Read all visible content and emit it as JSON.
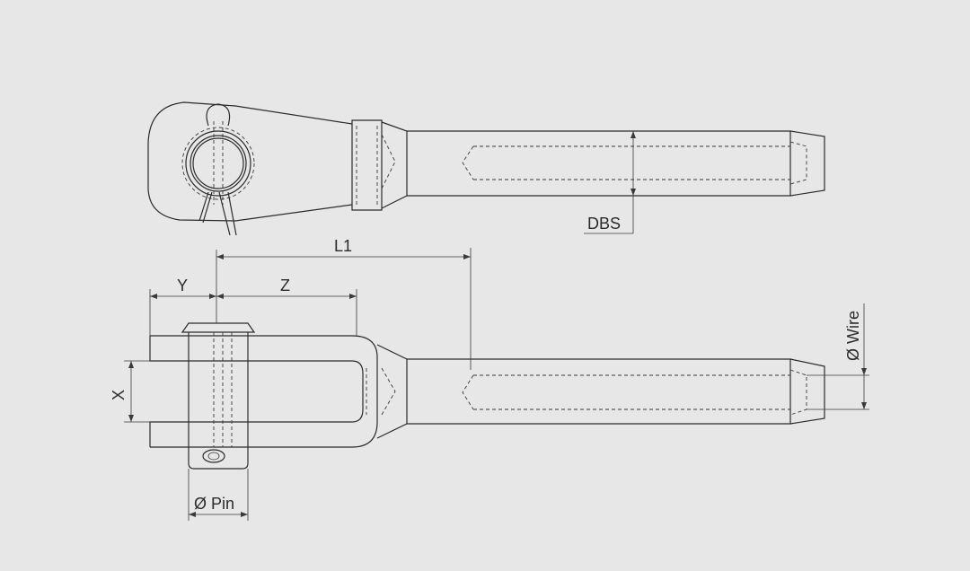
{
  "labels": {
    "dbs": "DBS",
    "l1": "L1",
    "y": "Y",
    "z": "Z",
    "x": "X",
    "pin": "Ø Pin",
    "wire": "Ø Wire"
  }
}
